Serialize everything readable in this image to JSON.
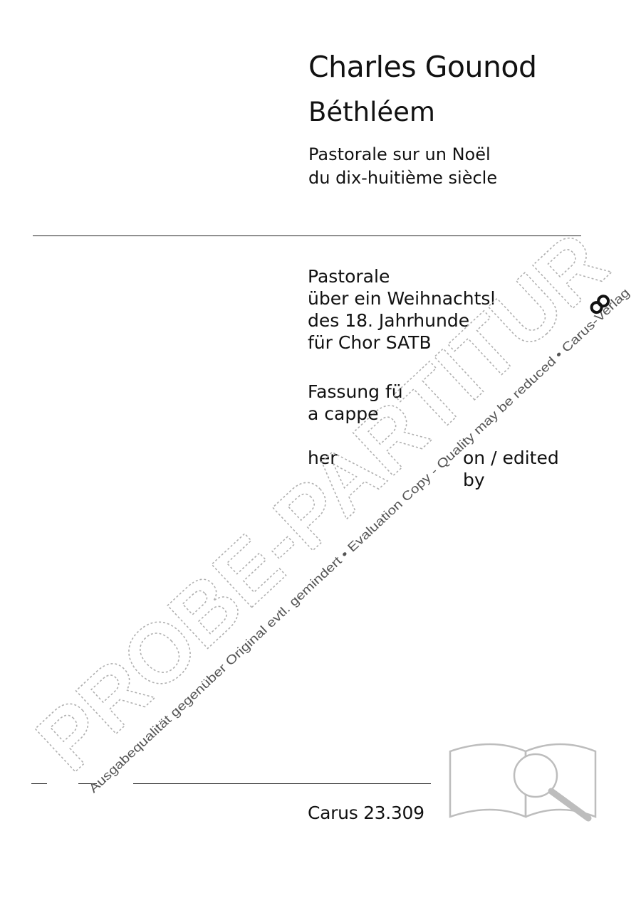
{
  "composer": "Charles Gounod",
  "title": "Béthléem",
  "subtitle_lines": [
    "Pastorale sur un Noël",
    "du dix-huitième siècle"
  ],
  "german_block": {
    "lines": [
      "Pastorale",
      "über ein Weihnachtsl",
      "des 18. Jahrhunde",
      "für Chor SATB"
    ]
  },
  "version_block": {
    "lines": [
      "Fassung fü",
      "a cappe"
    ]
  },
  "editor_block": {
    "lines": [
      "her",
      "on / edited by"
    ]
  },
  "catalog": "Carus  23.309",
  "watermark": {
    "big_text": "PROBE-PARTITUR",
    "line_text": "Ausgabequalität gegenüber Original evtl. gemindert • Evaluation Copy - Quality may be reduced • Carus-Verlag",
    "logo_name": "carus-logo",
    "icon_name": "book-magnifier-icon",
    "color": "#9a9a9a"
  }
}
